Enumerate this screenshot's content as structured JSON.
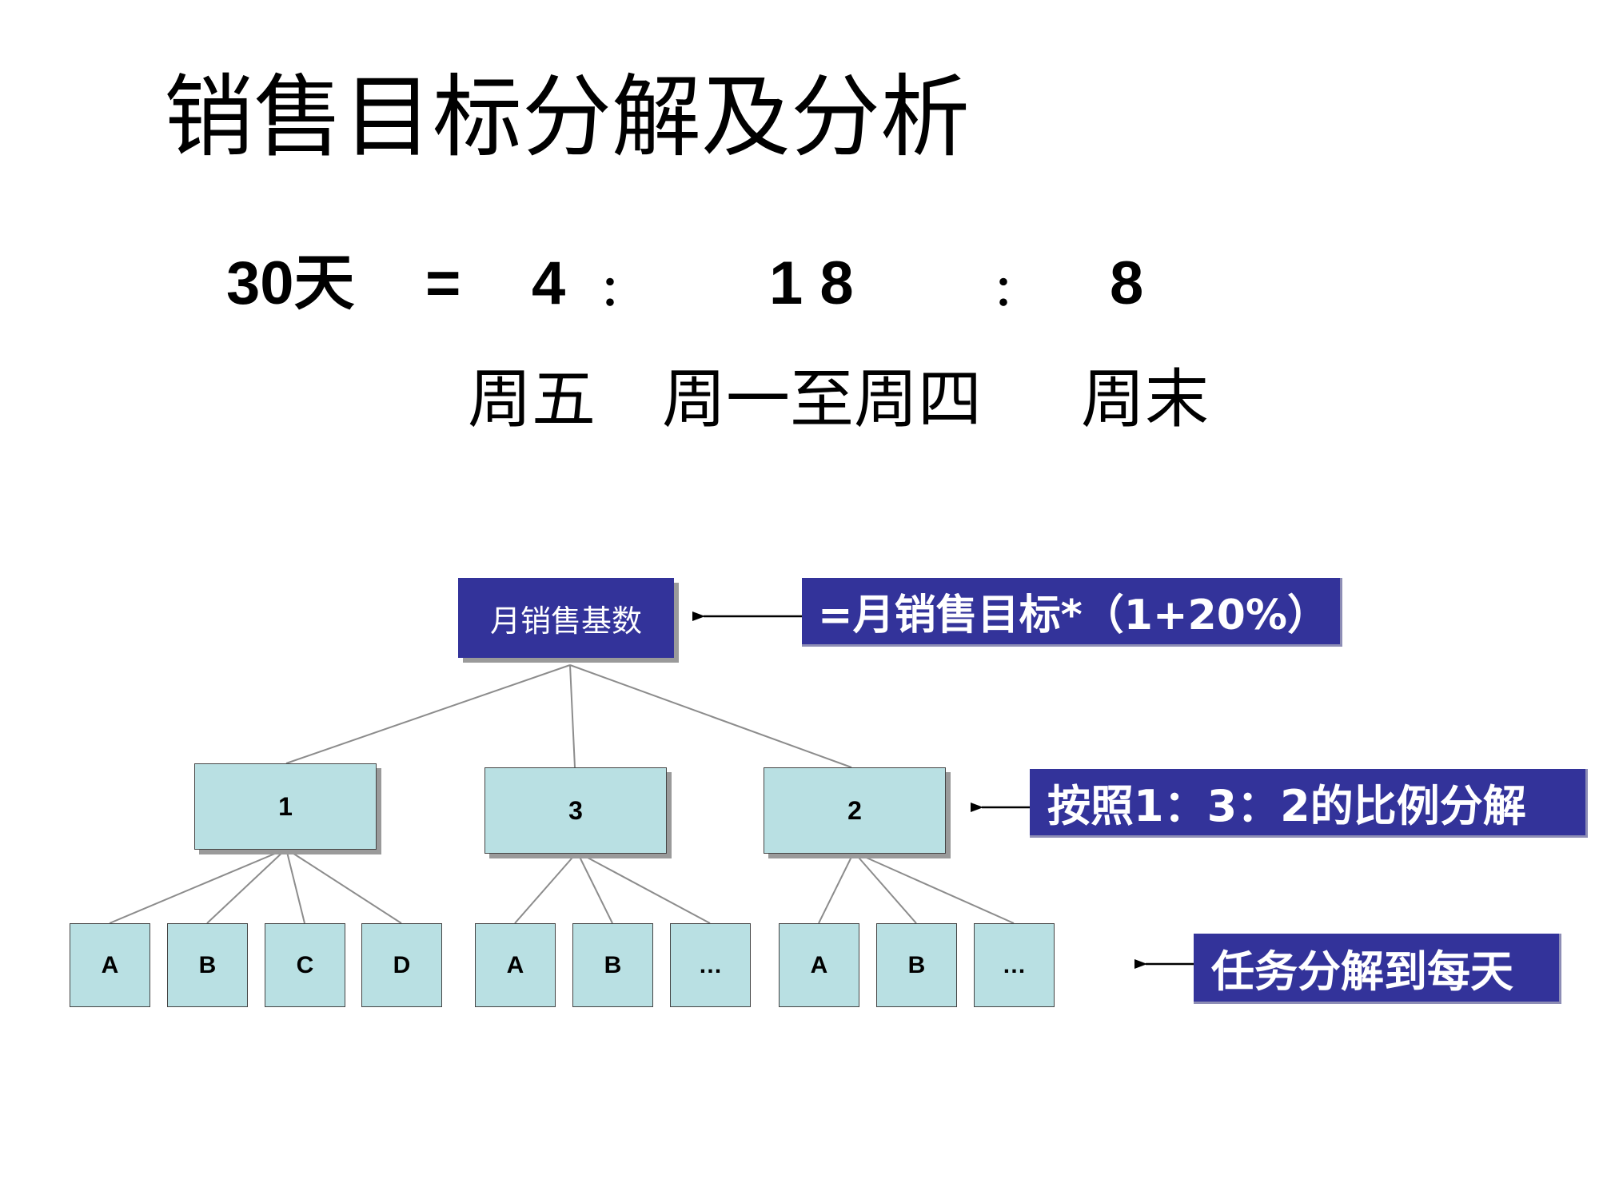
{
  "title": "销售目标分解及分析",
  "equation": {
    "total": "30天",
    "equals": "=",
    "part1": "4",
    "colon": "：",
    "part2": "1 8",
    "part3": "8"
  },
  "day_labels": {
    "friday": "周五",
    "mon_thu": "周一至周四",
    "weekend": "周末"
  },
  "tree": {
    "root": "月销售基数",
    "mid": [
      "1",
      "3",
      "2"
    ],
    "leaves": [
      "A",
      "B",
      "C",
      "D",
      "A",
      "B",
      "…",
      "A",
      "B",
      "…"
    ]
  },
  "notes": {
    "formula": "=月销售目标*（1+20%）",
    "ratio": "按照1：3：2的比例分解",
    "daily": "任务分解到每天"
  },
  "colors": {
    "navy_box": "#33339a",
    "teal_box": "#b9e0e3"
  }
}
